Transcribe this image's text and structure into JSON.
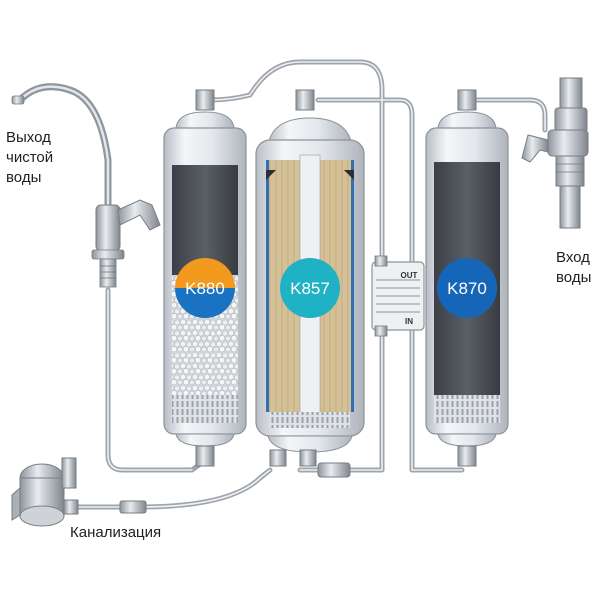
{
  "labels": {
    "clean_water_outlet": "Выход\nчистой\nводы",
    "water_inlet": "Вход\nводы",
    "drain": "Канализация"
  },
  "membrane_ports": {
    "out": "OUT",
    "in": "IN"
  },
  "filters": [
    {
      "id": "K880",
      "label": "K880",
      "badge_colors": [
        "#f29a1d",
        "#1a72c2"
      ],
      "media": "granules-and-carbon"
    },
    {
      "id": "K857",
      "label": "K857",
      "badge_colors": [
        "#1eb2c4"
      ],
      "media": "membrane"
    },
    {
      "id": "K870",
      "label": "K870",
      "badge_colors": [
        "#1565b8"
      ],
      "media": "carbon"
    }
  ],
  "colors": {
    "tube": "#b9bec4",
    "housing": "#d9dde2",
    "carbon": "#4b4f55",
    "membrane": "#d9c49a"
  }
}
